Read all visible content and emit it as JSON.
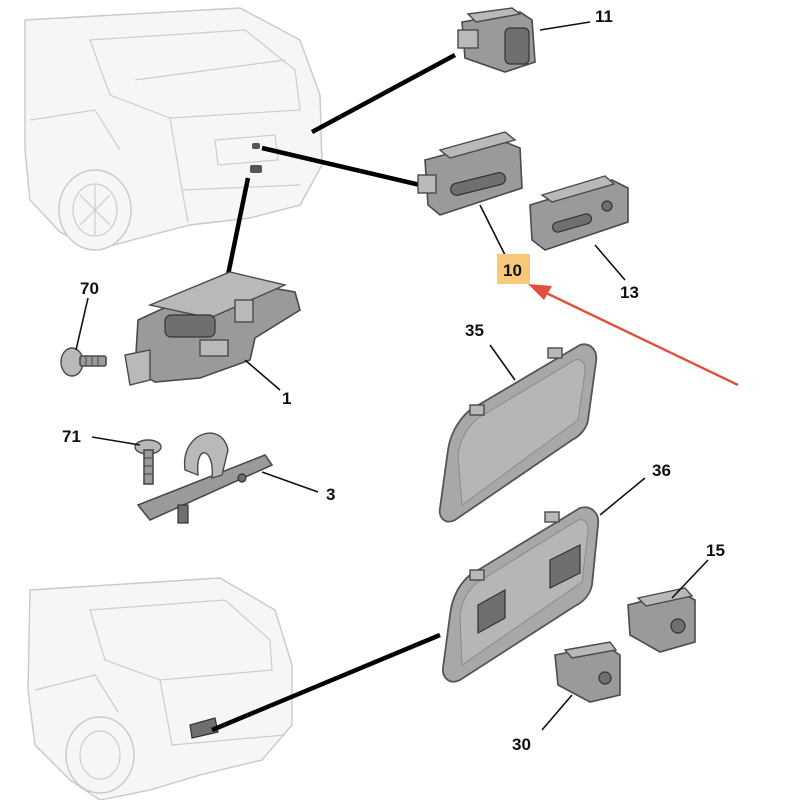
{
  "diagram": {
    "callouts": [
      {
        "id": "c11",
        "text": "11"
      },
      {
        "id": "c10",
        "text": "10"
      },
      {
        "id": "c13",
        "text": "13"
      },
      {
        "id": "c70",
        "text": "70"
      },
      {
        "id": "c1",
        "text": "1"
      },
      {
        "id": "c71",
        "text": "71"
      },
      {
        "id": "c3",
        "text": "3"
      },
      {
        "id": "c35",
        "text": "35"
      },
      {
        "id": "c36",
        "text": "36"
      },
      {
        "id": "c15",
        "text": "15"
      },
      {
        "id": "c30",
        "text": "30"
      }
    ],
    "highlight": {
      "callout": "10",
      "fill": "#f7c87a",
      "arrow_color": "#e0503a"
    },
    "colors": {
      "part": "#9a9a9a",
      "outline": "#4a4a4a",
      "car_line": "#cdcdcd"
    }
  }
}
